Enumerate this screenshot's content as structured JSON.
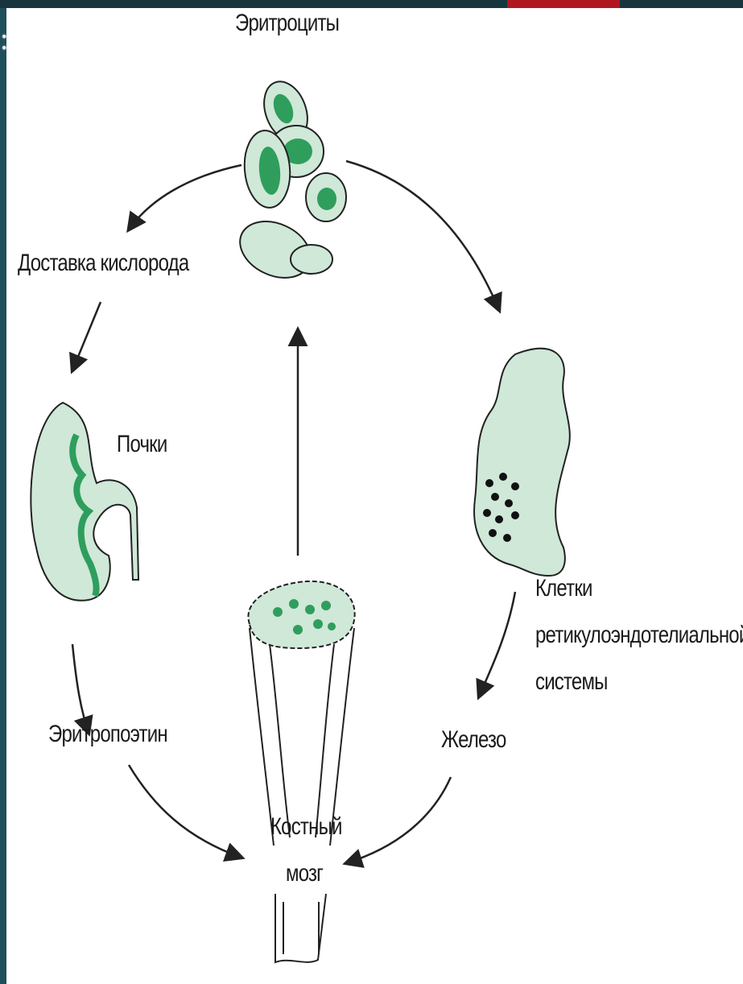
{
  "labels": {
    "erythrocytes": "Эритроциты",
    "oxygen_delivery": "Доставка кислорода",
    "kidneys": "Почки",
    "res_cells_1": "Клетки",
    "res_cells_2": "ретикулоэндотелиальной",
    "res_cells_3": "системы",
    "iron": "Железо",
    "erythropoietin": "Эритропоэтин",
    "bone_marrow_1": "Костный",
    "bone_marrow_2": "мозг"
  },
  "colors": {
    "cell_fill": "#cfe8d8",
    "cell_nucleus": "#2f9e5c",
    "outline": "#222222",
    "slide_background": "#1f4f5a",
    "accent_red": "#b0171f"
  }
}
